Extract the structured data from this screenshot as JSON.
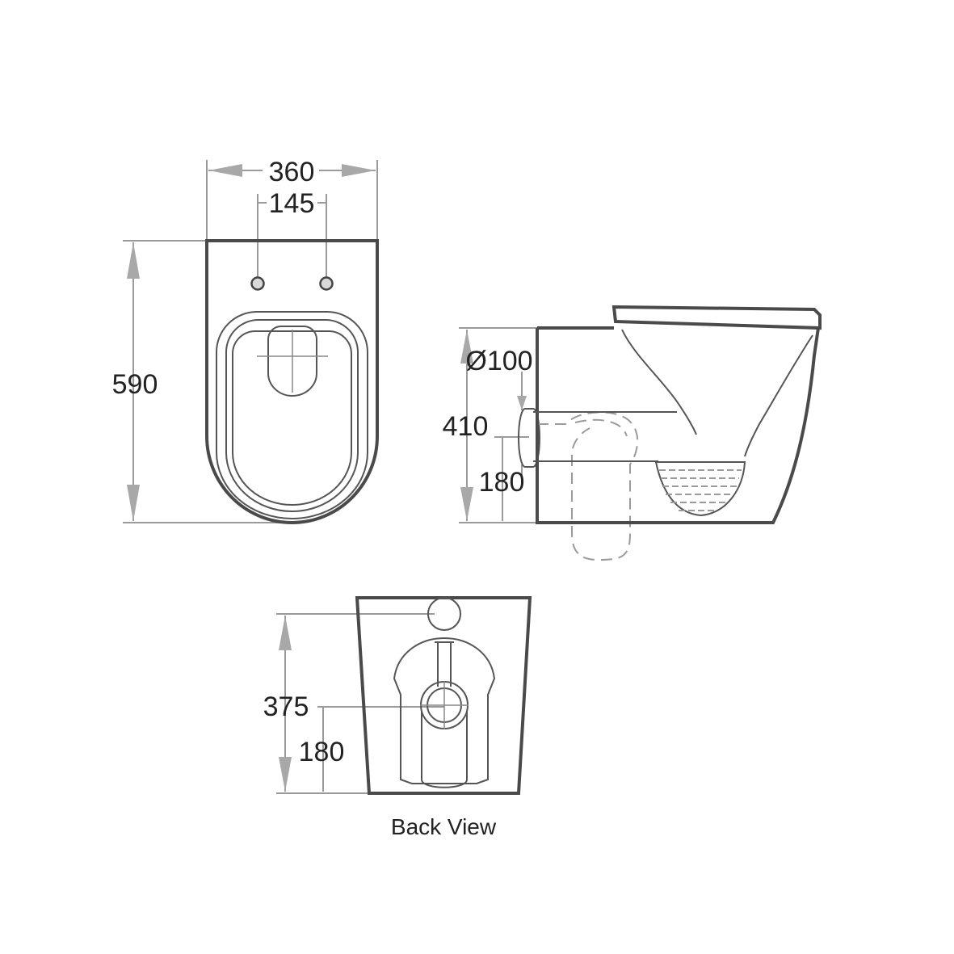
{
  "top_view": {
    "width_label": "360",
    "bolt_spacing_label": "145",
    "depth_label": "590"
  },
  "side_view": {
    "outlet_diameter_label": "Ø100",
    "height_label": "410",
    "outlet_height_label": "180"
  },
  "back_view": {
    "inlet_height_label": "375",
    "outlet_height_label": "180",
    "caption": "Back View"
  }
}
